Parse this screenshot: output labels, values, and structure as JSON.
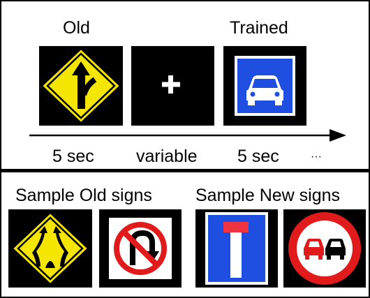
{
  "top": {
    "headers": {
      "old": "Old",
      "trained": "Trained"
    },
    "sequence": [
      {
        "stimulus": "merge-warning-sign",
        "duration": "5 sec"
      },
      {
        "stimulus": "fixation-cross",
        "duration": "variable",
        "symbol": "+"
      },
      {
        "stimulus": "motorway-car-sign",
        "duration": "5 sec"
      }
    ],
    "ellipsis": "···"
  },
  "bottom": {
    "old_label": "Sample Old signs",
    "new_label": "Sample New signs",
    "old_signs": [
      "divided-road-warning-sign",
      "no-u-turn-sign"
    ],
    "new_signs": [
      "dead-end-sign",
      "no-overtaking-sign"
    ]
  },
  "colors": {
    "sign_yellow": "#f4e600",
    "sign_blue": "#1e4fe0",
    "sign_red": "#e11b1b",
    "dead_end_red": "#ef3340",
    "background": "#000000"
  }
}
